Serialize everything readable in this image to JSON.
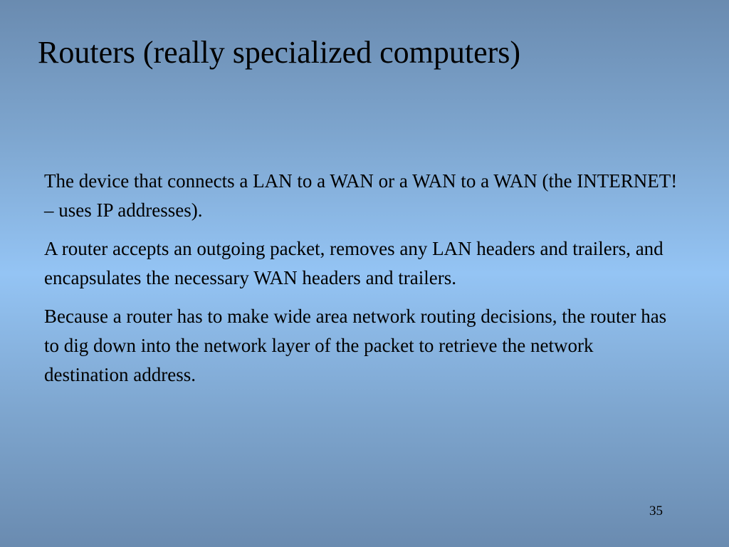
{
  "slide": {
    "title": "Routers (really specialized computers)",
    "paragraphs": [
      "The device that connects a LAN to a WAN or a WAN to a WAN (the INTERNET! – uses IP addresses).",
      "A router accepts an outgoing packet, removes any LAN headers and trailers, and encapsulates the necessary WAN headers and trailers.",
      "Because a router has to make wide area network routing decisions, the router has to dig down into the network layer of the packet to retrieve the network destination address."
    ],
    "page_number": "35"
  },
  "colors": {
    "background_edge": "#6a8bb0",
    "background_center": "#94c4f4",
    "text": "#000000"
  }
}
